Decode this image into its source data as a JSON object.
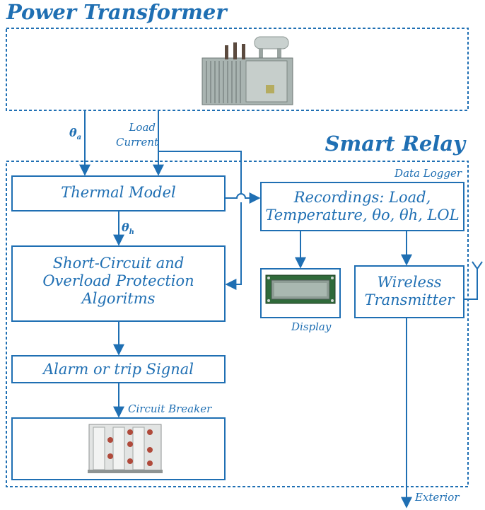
{
  "colors": {
    "accent": "#1f6fb3"
  },
  "power_transformer": {
    "title": "Power Transformer",
    "image": "transformer-icon"
  },
  "smart_relay": {
    "title": "Smart Relay"
  },
  "inputs": {
    "theta_a": {
      "symbol": "θ",
      "sub": "a"
    },
    "load_current": [
      "Load",
      "Current"
    ]
  },
  "thermal_model": {
    "label": "Thermal Model"
  },
  "theta_h": {
    "symbol": "θ",
    "sub": "h"
  },
  "protection": {
    "lines": [
      "Short-Circuit and",
      "Overload Protection",
      "Algoritms"
    ]
  },
  "alarm": {
    "label": "Alarm or trip Signal"
  },
  "circuit_breaker": {
    "label": "Circuit Breaker",
    "image": "circuit-breaker-icon"
  },
  "data_logger": {
    "label": "Data Logger",
    "recordings": {
      "line1": "Recordings: Load,",
      "line2": "Temperature, θo, θh, LOL"
    }
  },
  "display": {
    "label": "Display",
    "image": "lcd-display-icon"
  },
  "wireless": {
    "lines": [
      "Wireless",
      "Transmitter"
    ],
    "icon": "antenna-icon"
  },
  "exterior": {
    "label": "Exterior"
  }
}
